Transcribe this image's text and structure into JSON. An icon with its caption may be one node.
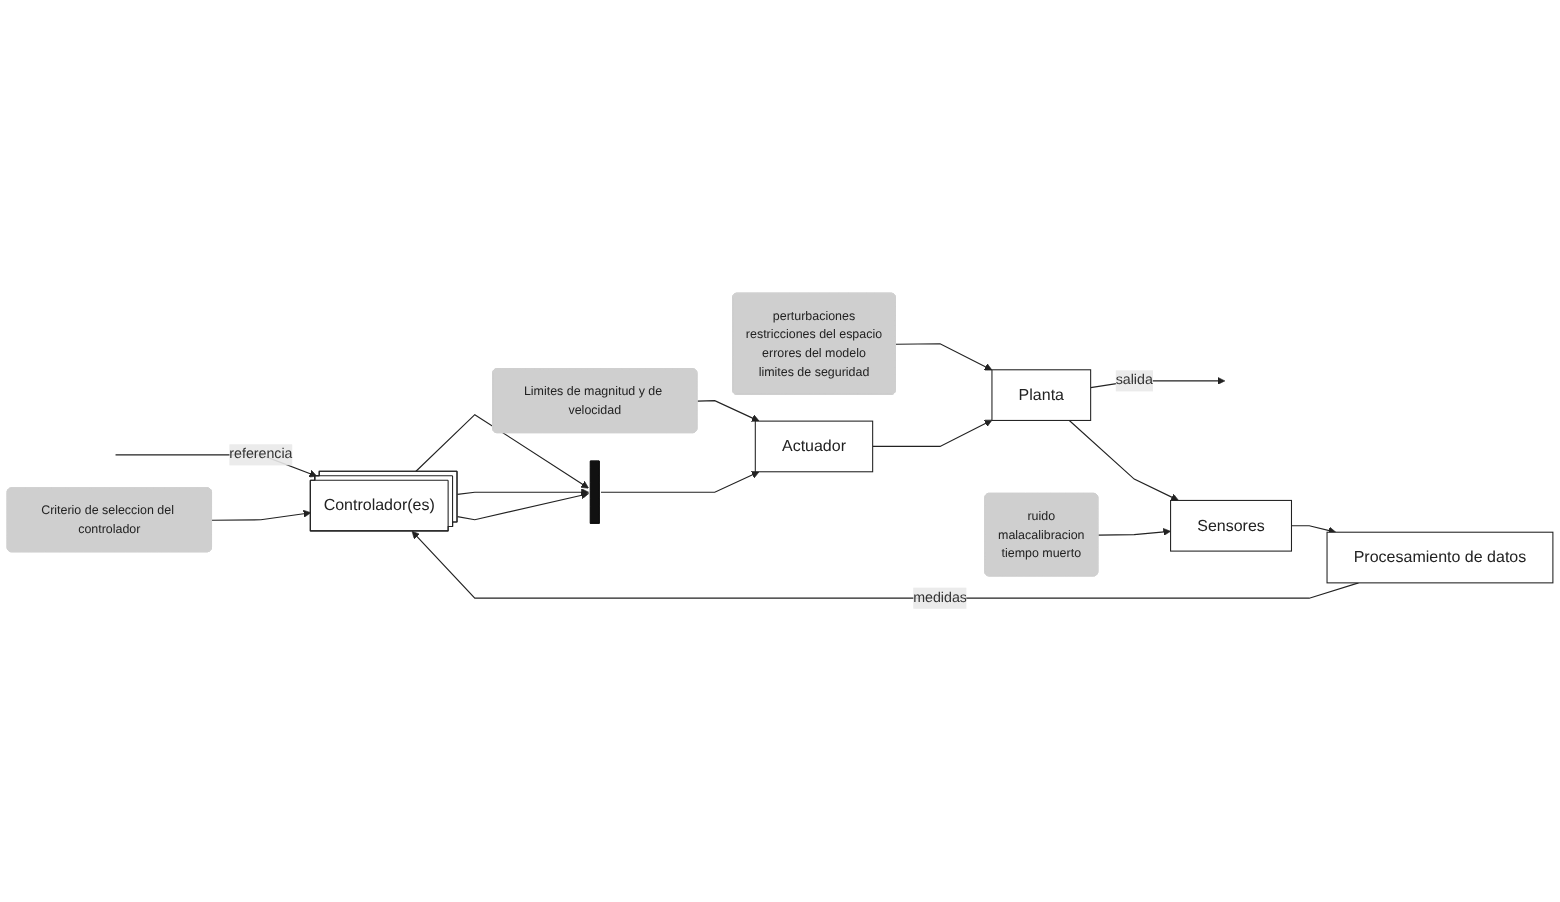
{
  "diagram": {
    "nodes": [
      {
        "text": [
          "Criterio de seleccion del controlador"
        ]
      },
      {
        "text": [
          "Limites de magnitud y de velocidad"
        ]
      },
      {
        "text": [
          "perturbaciones",
          "restricciones del espacio",
          "errores del modelo",
          "limites de seguridad"
        ]
      },
      {
        "text": [
          "Controlador(es)"
        ]
      },
      {
        "text": [],
        "shape": "bar"
      },
      {
        "text": [
          "Actuador"
        ]
      },
      {
        "text": [
          "Planta"
        ]
      },
      {
        "text": [
          "Procesamiento de datos"
        ]
      },
      {
        "text": [
          "Sensores"
        ]
      },
      {
        "text": [
          "ruido",
          "malacalibracion",
          "tiempo muerto"
        ]
      }
    ],
    "edges": [
      {
        "from": null,
        "to": 3,
        "arrow": "to",
        "label": "referencia"
      },
      {
        "from": 0,
        "to": 3,
        "arrow": "to"
      },
      {
        "from": 3,
        "to": 4,
        "arrow": "to"
      },
      {
        "from": 3,
        "to": 4,
        "arrow": "to"
      },
      {
        "from": 3,
        "to": 4,
        "arrow": "to"
      },
      {
        "from": 4,
        "to": 5,
        "arrow": "to"
      },
      {
        "from": 1,
        "to": 5,
        "arrow": "to"
      },
      {
        "from": 5,
        "to": 6,
        "arrow": "to"
      },
      {
        "from": 2,
        "to": 6,
        "arrow": "to"
      },
      {
        "from": 6,
        "to": null,
        "arrow": "to",
        "label": "salida"
      },
      {
        "from": 6,
        "to": 8,
        "arrow": "to"
      },
      {
        "from": 8,
        "to": 7,
        "arrow": "to"
      },
      {
        "from": 9,
        "to": 8,
        "arrow": "to"
      },
      {
        "from": 7,
        "to": 3,
        "arrow": "to",
        "label": "medidas"
      }
    ]
  }
}
